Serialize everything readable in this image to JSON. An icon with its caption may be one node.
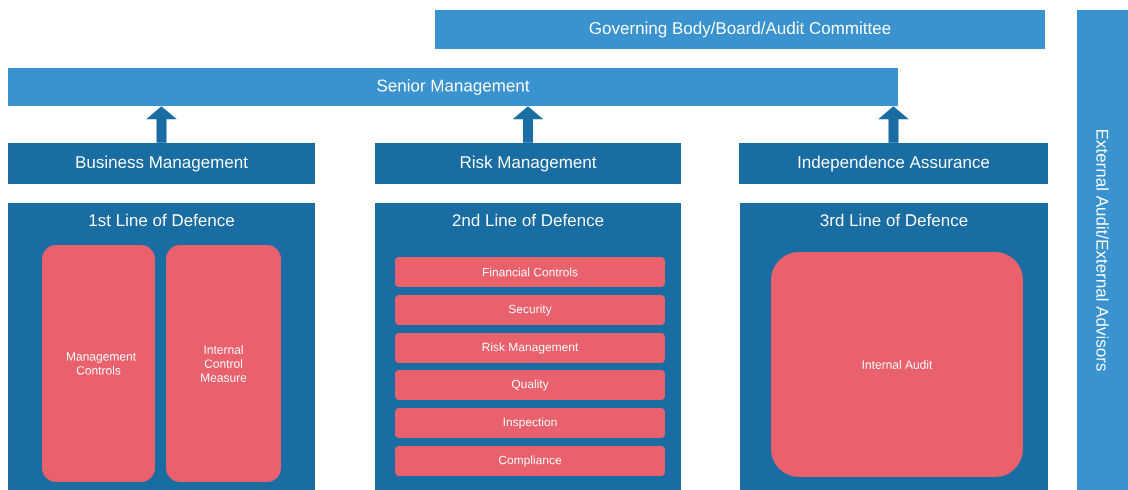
{
  "diagram": {
    "nodes": [
      {
        "text": [
          "Governing Body/Board/Audit Committee"
        ]
      },
      {
        "text": [
          "Senior Management"
        ]
      },
      {
        "text": [
          "Business Management"
        ]
      },
      {
        "text": [
          "Risk Management"
        ]
      },
      {
        "text": [
          "Independence Assurance"
        ]
      },
      {
        "text": [
          "1st Line of Defence"
        ]
      },
      {
        "text": [
          "Management Controls"
        ],
        "in": 5
      },
      {
        "text": [
          "Internal Control Measure"
        ],
        "in": 5
      },
      {
        "text": [
          "2nd Line of Defence"
        ]
      },
      {
        "text": [
          "Financial Controls"
        ],
        "in": 8
      },
      {
        "text": [
          "Security"
        ],
        "in": 8
      },
      {
        "text": [
          "Risk Management"
        ],
        "in": 8
      },
      {
        "text": [
          "Quality"
        ],
        "in": 8
      },
      {
        "text": [
          "Inspection"
        ],
        "in": 8
      },
      {
        "text": [
          "Compliance"
        ],
        "in": 8
      },
      {
        "text": [
          "3rd Line of Defence"
        ]
      },
      {
        "text": [
          "Internal Audit"
        ],
        "in": 15
      },
      {
        "text": [
          "External Audit/External Advisors"
        ]
      }
    ],
    "edges": [
      {
        "from": 2,
        "to": 1,
        "arrow": "to"
      },
      {
        "from": 3,
        "to": 1,
        "arrow": "to"
      },
      {
        "from": 4,
        "to": 1,
        "arrow": "to"
      }
    ]
  }
}
